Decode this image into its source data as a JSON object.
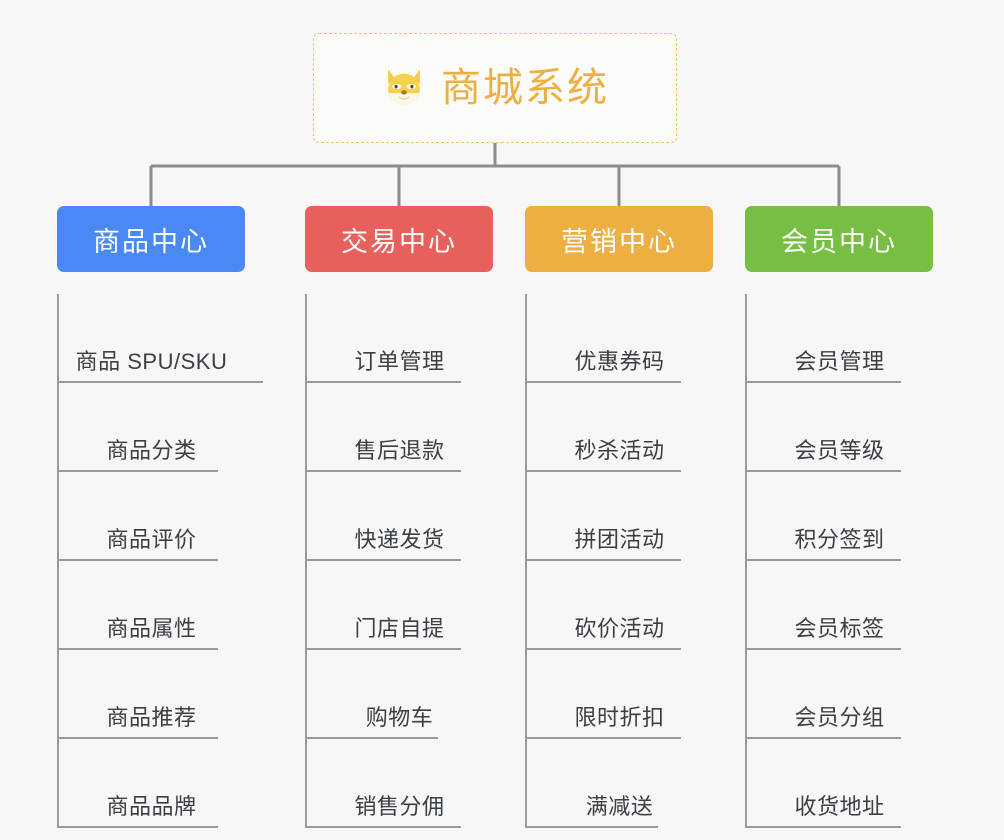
{
  "root": {
    "title": "商城系统",
    "icon": "shiba-dog-face-icon",
    "border_color": "#f0c070",
    "text_color": "#eeaf42"
  },
  "theme": {
    "background": "#f7f7f7",
    "connector_color": "#8d8d8d",
    "leaf_line_color": "#9a9a9a",
    "leaf_text_color": "#3a3f45"
  },
  "columns": [
    {
      "id": "product-center",
      "label": "商品中心",
      "color": "#4a89f3",
      "items": [
        {
          "label": "商品 SPU/SKU",
          "underline_width": 205
        },
        {
          "label": "商品分类",
          "underline_width": 160
        },
        {
          "label": "商品评价",
          "underline_width": 160
        },
        {
          "label": "商品属性",
          "underline_width": 160
        },
        {
          "label": "商品推荐",
          "underline_width": 160
        },
        {
          "label": "商品品牌",
          "underline_width": 160
        }
      ]
    },
    {
      "id": "trade-center",
      "label": "交易中心",
      "color": "#e8605b",
      "items": [
        {
          "label": "订单管理",
          "underline_width": 155
        },
        {
          "label": "售后退款",
          "underline_width": 155
        },
        {
          "label": "快递发货",
          "underline_width": 155
        },
        {
          "label": "门店自提",
          "underline_width": 155
        },
        {
          "label": "购物车",
          "underline_width": 132
        },
        {
          "label": "销售分佣",
          "underline_width": 155
        }
      ]
    },
    {
      "id": "marketing-center",
      "label": "营销中心",
      "color": "#eeaf42",
      "items": [
        {
          "label": "优惠券码",
          "underline_width": 155
        },
        {
          "label": "秒杀活动",
          "underline_width": 155
        },
        {
          "label": "拼团活动",
          "underline_width": 155
        },
        {
          "label": "砍价活动",
          "underline_width": 155
        },
        {
          "label": "限时折扣",
          "underline_width": 155
        },
        {
          "label": "满减送",
          "underline_width": 132
        }
      ]
    },
    {
      "id": "member-center",
      "label": "会员中心",
      "color": "#77bf43",
      "items": [
        {
          "label": "会员管理",
          "underline_width": 155
        },
        {
          "label": "会员等级",
          "underline_width": 155
        },
        {
          "label": "积分签到",
          "underline_width": 155
        },
        {
          "label": "会员标签",
          "underline_width": 155
        },
        {
          "label": "会员分组",
          "underline_width": 155
        },
        {
          "label": "收货地址",
          "underline_width": 155
        }
      ]
    }
  ]
}
